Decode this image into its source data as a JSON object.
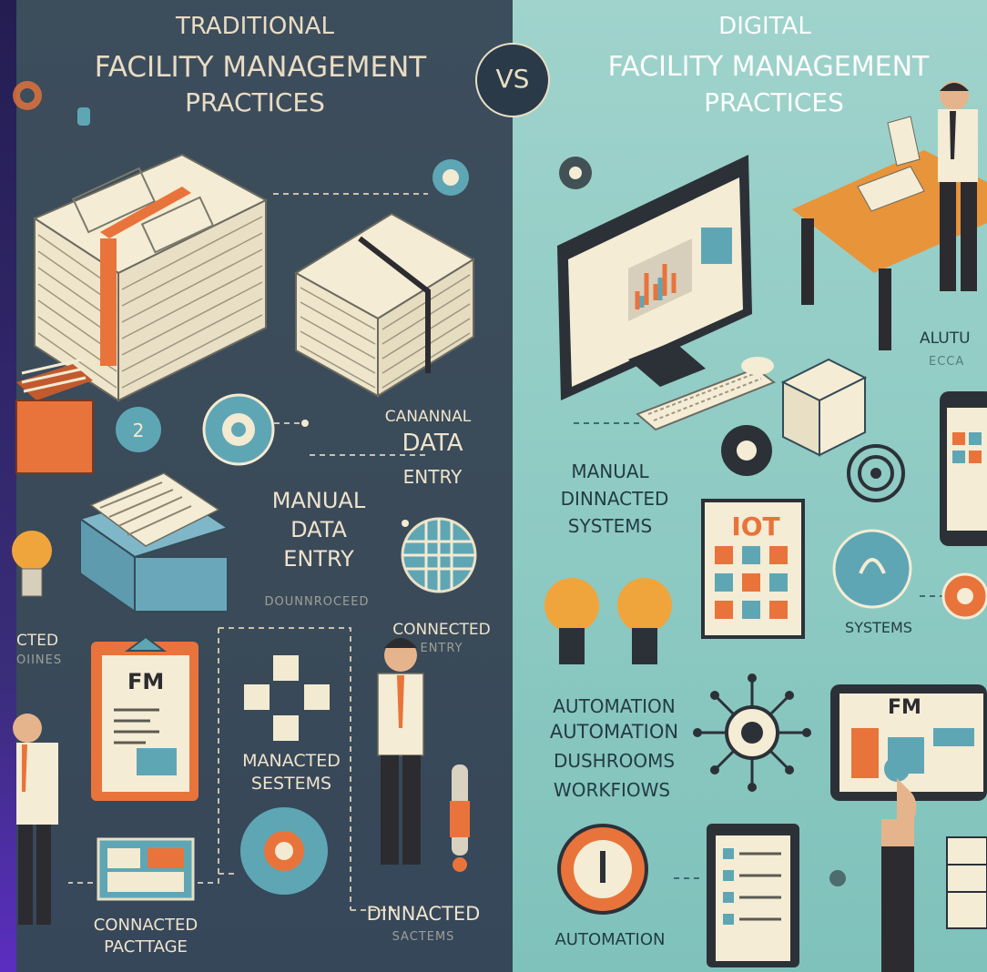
{
  "left_title": {
    "line1": "TRADITIONAL",
    "line2": "FACILITY MANAGEMENT",
    "line3": "PRACTICES"
  },
  "vs": "VS",
  "right_title": {
    "line1": "DIGITAL",
    "line2": "FACILITY MANAGEMENT",
    "line3": "PRACTICES"
  },
  "left_labels": {
    "canannal": "CANANNAL",
    "data": "DATA",
    "entry": "ENTRY",
    "manual": "MANUAL",
    "data2": "DATA",
    "entry2": "ENTRY",
    "dounnroded": "DOUNNROCEED",
    "cted": "CTED",
    "oines": "OIINES",
    "fm": "FM",
    "connected": "CONNECTED",
    "entry3": "ENTRY",
    "manacted": "MANACTED",
    "sestems": "SESTEMS",
    "connacted": "CONNACTED",
    "pacttage": "PACTTAGE",
    "dinnacted": "DINNACTED",
    "sactems": "SACTEMS"
  },
  "right_labels": {
    "alutu": "ALUTU",
    "ecca": "ECCA",
    "manual": "MANUAL",
    "dinnacted": "DINNACTED",
    "systems": "SYSTEMS",
    "iot": "IOT",
    "systems2": "SYSTEMS",
    "automation1": "AUTOMATION",
    "automation2": "AUTOMATION",
    "dushrooms": "DUSHROOMS",
    "workflows": "WORKFIOWS",
    "fm": "FM",
    "automation3": "AUTOMATION"
  },
  "colors": {
    "left_bg": "#3c4d5c",
    "right_bg": "#8fcbc4",
    "accent_orange": "#e8743b",
    "accent_teal": "#5fa6b5",
    "paper": "#f3ead2"
  }
}
